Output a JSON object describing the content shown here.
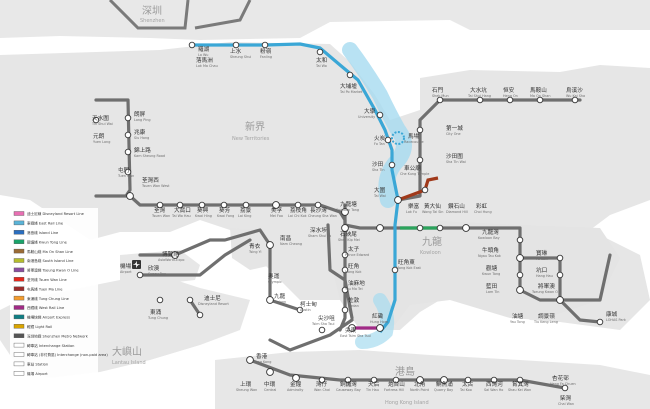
{
  "regions": {
    "shenzhen": {
      "zh": "深圳",
      "en": "Shenzhen"
    },
    "new_territories": {
      "zh": "新界",
      "en": "New Territories"
    },
    "kowloon": {
      "zh": "九龍",
      "en": "Kowloon"
    },
    "lantau": {
      "zh": "大嶼山",
      "en": "Lantau Island"
    },
    "hk_island": {
      "zh": "港島",
      "en": "Hong Kong Island"
    }
  },
  "legend": {
    "items": [
      {
        "label": "迪士尼線 Disneyland Resort Line",
        "color": "#e86fb3"
      },
      {
        "label": "東鐵綫 East Rail Line",
        "color": "#5ab4d8"
      },
      {
        "label": "港島綫 Island Line",
        "color": "#2a6ebf"
      },
      {
        "label": "觀塘綫 Kwun Tong Line",
        "color": "#1aa36b"
      },
      {
        "label": "馬鞍山綫 Ma On Shan Line",
        "color": "#9a6b35"
      },
      {
        "label": "南港島綫 South Island Line",
        "color": "#b5bd2d"
      },
      {
        "label": "將軍澳綫 Tseung Kwan O Line",
        "color": "#8a4ea0"
      },
      {
        "label": "荃灣綫 Tsuen Wan Line",
        "color": "#e4281c"
      },
      {
        "label": "屯馬綫 Tuen Ma Line",
        "color": "#9b2c2c"
      },
      {
        "label": "東涌綫 Tung Chung Line",
        "color": "#f39c2f"
      },
      {
        "label": "西鐵綫 West Rail Line",
        "color": "#a12a86"
      },
      {
        "label": "機場快綫 Airport Express",
        "color": "#0f7e84"
      },
      {
        "label": "輕鐵 Light Rail",
        "color": "#d9a400"
      },
      {
        "label": "深圳地鐵 Shenzhen Metro Network",
        "color": "#555555"
      },
      {
        "label": "轉車站 Interchange Station",
        "color": "#ffffff"
      },
      {
        "label": "轉車站 (非付費區) Interchange (non-paid area)",
        "color": "#ffffff"
      },
      {
        "label": "車站 Station",
        "color": "#ffffff"
      },
      {
        "label": "機場 Airport",
        "color": "#ffffff"
      }
    ]
  },
  "stations": [
    {
      "zh": "羅湖",
      "en": "Lo Wu"
    },
    {
      "zh": "落馬洲",
      "en": "Lok Ma Chau"
    },
    {
      "zh": "上水",
      "en": "Sheung Shui"
    },
    {
      "zh": "粉嶺",
      "en": "Fanling"
    },
    {
      "zh": "太和",
      "en": "Tai Wo"
    },
    {
      "zh": "大埔墟",
      "en": "Tai Po Market"
    },
    {
      "zh": "大學",
      "en": "University"
    },
    {
      "zh": "火炭",
      "en": "Fo Tan"
    },
    {
      "zh": "馬場",
      "en": "Racecourse"
    },
    {
      "zh": "沙田",
      "en": "Sha Tin"
    },
    {
      "zh": "大圍",
      "en": "Tai Wai"
    },
    {
      "zh": "車公廟",
      "en": "Che Kung Temple"
    },
    {
      "zh": "沙田圍",
      "en": "Sha Tin Wai"
    },
    {
      "zh": "第一城",
      "en": "City One"
    },
    {
      "zh": "石門",
      "en": "Shek Mun"
    },
    {
      "zh": "大水坑",
      "en": "Tai Shui Hang"
    },
    {
      "zh": "恒安",
      "en": "Heng On"
    },
    {
      "zh": "馬鞍山",
      "en": "Ma On Shan"
    },
    {
      "zh": "烏溪沙",
      "en": "Wu Kai Sha"
    },
    {
      "zh": "天水圍",
      "en": "Tin Shui Wai"
    },
    {
      "zh": "元朗",
      "en": "Yuen Long"
    },
    {
      "zh": "朗屏",
      "en": "Long Ping"
    },
    {
      "zh": "兆康",
      "en": "Siu Hong"
    },
    {
      "zh": "錦上路",
      "en": "Kam Sheung Road"
    },
    {
      "zh": "屯門",
      "en": "Tuen Mun"
    },
    {
      "zh": "荃灣西",
      "en": "Tsuen Wan West"
    },
    {
      "zh": "荃灣",
      "en": "Tsuen Wan"
    },
    {
      "zh": "大窩口",
      "en": "Tai Wo Hau"
    },
    {
      "zh": "葵興",
      "en": "Kwai Hing"
    },
    {
      "zh": "葵芳",
      "en": "Kwai Fong"
    },
    {
      "zh": "荔景",
      "en": "Lai King"
    },
    {
      "zh": "美孚",
      "en": "Mei Foo"
    },
    {
      "zh": "荔枝角",
      "en": "Lai Chi Kok"
    },
    {
      "zh": "長沙灣",
      "en": "Cheung Sha Wan"
    },
    {
      "zh": "深水埗",
      "en": "Sham Shui Po"
    },
    {
      "zh": "南昌",
      "en": "Nam Cheong"
    },
    {
      "zh": "奧運",
      "en": "Olympic"
    },
    {
      "zh": "九龍塘",
      "en": "Kowloon Tong"
    },
    {
      "zh": "石硤尾",
      "en": "Shek Kip Mei"
    },
    {
      "zh": "太子",
      "en": "Prince Edward"
    },
    {
      "zh": "旺角",
      "en": "Mong Kok"
    },
    {
      "zh": "油麻地",
      "en": "Yau Ma Tei"
    },
    {
      "zh": "佐敦",
      "en": "Jordan"
    },
    {
      "zh": "尖沙咀",
      "en": "Tsim Sha Tsui"
    },
    {
      "zh": "尖東",
      "en": "East Tsim Sha Tsui"
    },
    {
      "zh": "紅磡",
      "en": "Hung Hom"
    },
    {
      "zh": "旺角東",
      "en": "Mong Kok East"
    },
    {
      "zh": "樂富",
      "en": "Lok Fu"
    },
    {
      "zh": "黃大仙",
      "en": "Wong Tai Sin"
    },
    {
      "zh": "鑽石山",
      "en": "Diamond Hill"
    },
    {
      "zh": "彩虹",
      "en": "Choi Hung"
    },
    {
      "zh": "九龍灣",
      "en": "Kowloon Bay"
    },
    {
      "zh": "牛頭角",
      "en": "Ngau Tau Kok"
    },
    {
      "zh": "觀塘",
      "en": "Kwun Tong"
    },
    {
      "zh": "藍田",
      "en": "Lam Tin"
    },
    {
      "zh": "油塘",
      "en": "Yau Tong"
    },
    {
      "zh": "調景嶺",
      "en": "Tiu Keng Leng"
    },
    {
      "zh": "將軍澳",
      "en": "Tseung Kwan O"
    },
    {
      "zh": "坑口",
      "en": "Hang Hau"
    },
    {
      "zh": "寶琳",
      "en": "Po Lam"
    },
    {
      "zh": "康城",
      "en": "LOHAS Park"
    },
    {
      "zh": "青衣",
      "en": "Tsing Yi"
    },
    {
      "zh": "欣澳",
      "en": "Sunny Bay"
    },
    {
      "zh": "迪士尼",
      "en": "Disneyland Resort"
    },
    {
      "zh": "東涌",
      "en": "Tung Chung"
    },
    {
      "zh": "機場",
      "en": "Airport"
    },
    {
      "zh": "博覽館",
      "en": "AsiaWorld-Expo"
    },
    {
      "zh": "九龍",
      "en": "Kowloon"
    },
    {
      "zh": "柯士甸",
      "en": "Austin"
    },
    {
      "zh": "香港",
      "en": "Hong Kong"
    },
    {
      "zh": "上環",
      "en": "Sheung Wan"
    },
    {
      "zh": "中環",
      "en": "Central"
    },
    {
      "zh": "金鐘",
      "en": "Admiralty"
    },
    {
      "zh": "灣仔",
      "en": "Wan Chai"
    },
    {
      "zh": "銅鑼灣",
      "en": "Causeway Bay"
    },
    {
      "zh": "天后",
      "en": "Tin Hau"
    },
    {
      "zh": "炮台山",
      "en": "Fortress Hill"
    },
    {
      "zh": "北角",
      "en": "North Point"
    },
    {
      "zh": "鰂魚涌",
      "en": "Quarry Bay"
    },
    {
      "zh": "太古",
      "en": "Tai Koo"
    },
    {
      "zh": "西灣河",
      "en": "Sai Wan Ho"
    },
    {
      "zh": "筲箕灣",
      "en": "Shau Kei Wan"
    },
    {
      "zh": "杏花邨",
      "en": "Heng Fa Chuen"
    },
    {
      "zh": "柴灣",
      "en": "Chai Wan"
    }
  ]
}
